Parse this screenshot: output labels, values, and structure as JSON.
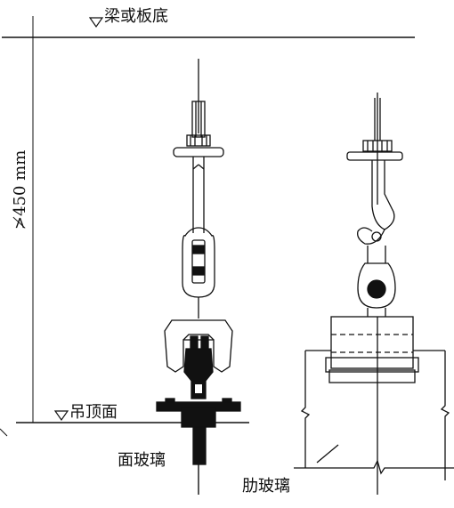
{
  "labels": {
    "beam_slab_bottom": "梁或板底",
    "dimension": "≯450 mm",
    "ceiling_surface": "吊顶面",
    "face_glass": "面玻璃",
    "rib_glass": "肋玻璃"
  },
  "icons": {
    "level_marker": "inverted-triangle-level-icon"
  },
  "colors": {
    "ink": "#111111",
    "background": "#ffffff"
  }
}
